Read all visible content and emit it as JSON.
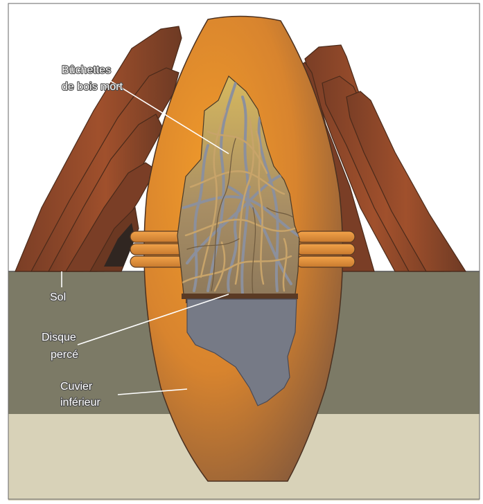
{
  "labels": {
    "buchettes": [
      "Bûchettes",
      "de bois mort"
    ],
    "sol": "Sol",
    "disque": [
      "Disque",
      "percé"
    ],
    "cuvier": [
      "Cuvier",
      "inférieur"
    ]
  },
  "colors": {
    "sky": "#ffffff",
    "soil_upper": "#7c7a66",
    "soil_lower": "#d8d2b8",
    "pot_light": "#e8922a",
    "pot_dark": "#8a5a36",
    "wood": "#8a4a2c",
    "chamber_fill": "#b59a6a",
    "lower_chamber": "#767a86",
    "twig_gray": "#8c909c",
    "twig_tan": "#c8a46a",
    "label_stroke": "#4a4a4a",
    "leader_line": "#ffffff"
  },
  "icons": {
    "logs": "stacked-wood-logs",
    "pot": "clay-vessel-cross-section",
    "rings": "clay-rings",
    "disc": "perforated-disc"
  }
}
